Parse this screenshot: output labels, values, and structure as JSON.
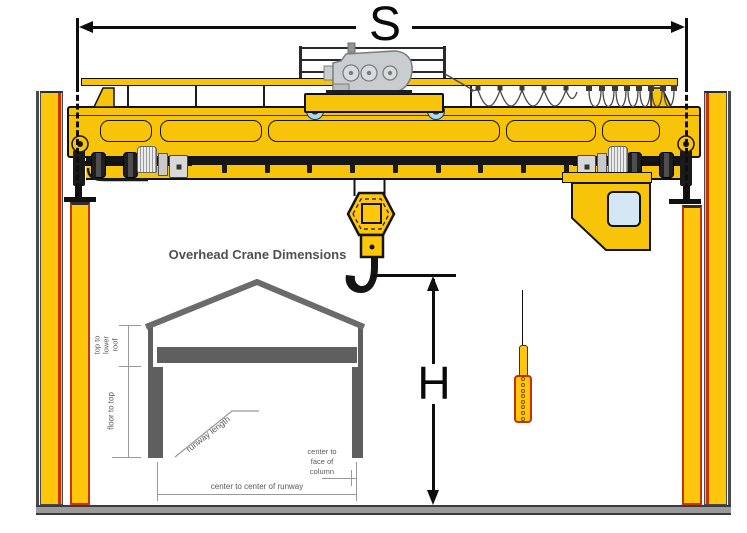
{
  "diagram": {
    "span_dimension_label": "S",
    "hook_height_dimension_label": "H"
  },
  "inset": {
    "title": "Overhead Crane Dimensions",
    "labels": {
      "top_to_lower_roof": [
        "top to",
        "lower",
        "roof"
      ],
      "floor_to_top": "floor to top",
      "runway_length": "runway length",
      "center_to_face_of_column": [
        "center to",
        "face of",
        "column"
      ],
      "center_to_center_of_runway": "center to center of runway"
    }
  },
  "colors": {
    "crane_yellow": "#F7C40A",
    "column_yellow": "#FFC60B",
    "accent_red": "#C63306",
    "outline_black": "#141414",
    "inset_structure_gray": "#5F5F5F",
    "machinery_gray": "#C9CDD0",
    "cab_window_blue": "#D5E7F4",
    "trolley_wheel_blue": "#A9D9EC",
    "floor_gray": "#9A9A9A"
  }
}
